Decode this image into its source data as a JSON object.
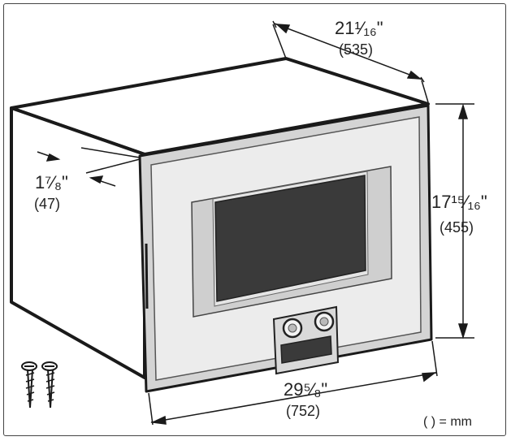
{
  "dimensions": {
    "depth": {
      "inches": "21¹⁄₁₆\"",
      "mm": "(535)"
    },
    "lip": {
      "inches": "1⁷⁄₈\"",
      "mm": "(47)"
    },
    "height": {
      "inches": "17¹⁵⁄₁₆\"",
      "mm": "(455)"
    },
    "width": {
      "inches": "29⁵⁄₈\"",
      "mm": "(752)"
    }
  },
  "legend": "( ) = mm",
  "colors": {
    "outline": "#1a1a1a",
    "frame": "#d9d9d9",
    "panel": "#eeeeee",
    "window": "#3a3a3a"
  }
}
